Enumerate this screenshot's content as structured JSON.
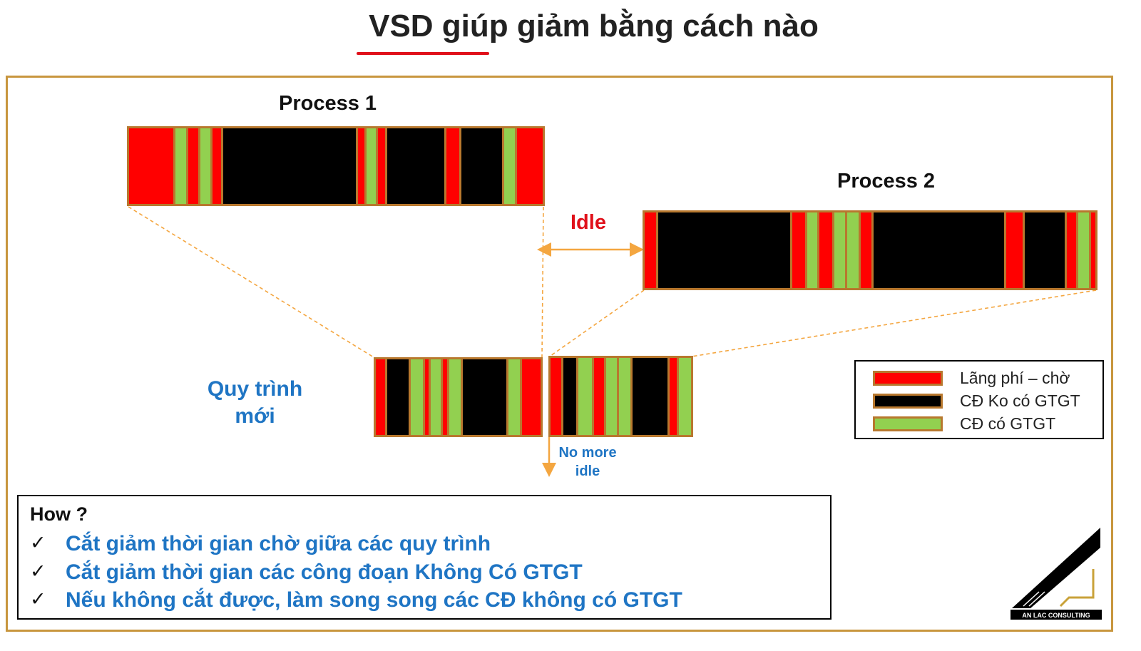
{
  "title": "VSD giúp giảm bằng cách nào",
  "process1": {
    "label": "Process 1",
    "segments": [
      "waste",
      "va",
      "waste",
      "va",
      "waste",
      "nva",
      "waste",
      "va",
      "waste",
      "nva",
      "waste",
      "nva",
      "va",
      "waste"
    ]
  },
  "process2": {
    "label": "Process 2",
    "segments": [
      "waste",
      "nva",
      "waste",
      "va",
      "waste",
      "va",
      "va",
      "waste",
      "nva",
      "waste",
      "nva",
      "waste",
      "va",
      "waste"
    ]
  },
  "idle_label": "Idle",
  "new_process": {
    "label_line1": "Quy trình",
    "label_line2": "mới",
    "part1_segments": [
      "waste",
      "nva",
      "va",
      "waste",
      "va",
      "waste",
      "va",
      "nva",
      "va",
      "waste"
    ],
    "part2_segments": [
      "waste",
      "nva",
      "va",
      "waste",
      "va",
      "va",
      "nva",
      "waste",
      "va"
    ]
  },
  "no_more_idle": {
    "line1": "No more",
    "line2": "idle"
  },
  "legend": [
    {
      "type": "waste",
      "label": "Lãng phí – chờ"
    },
    {
      "type": "nva",
      "label": "CĐ Ko có GTGT"
    },
    {
      "type": "va",
      "label": "CĐ có GTGT"
    }
  ],
  "how": {
    "title": "How ?",
    "items": [
      "Cắt giảm thời gian chờ giữa các quy trình",
      "Cắt giảm thời gian các công đoạn Không Có GTGT",
      "Nếu không cắt được, làm song song các CĐ không có GTGT"
    ],
    "check_glyph": "✓"
  },
  "logo_text": "AN LAC CONSULTING",
  "colors": {
    "waste": "#ff0000",
    "nva": "#000000",
    "va": "#92d050",
    "border": "#b8782e",
    "frame": "#c8963e",
    "accent_blue": "#1f75c4",
    "title_underline": "#e0101a",
    "connector": "#f4a640"
  }
}
